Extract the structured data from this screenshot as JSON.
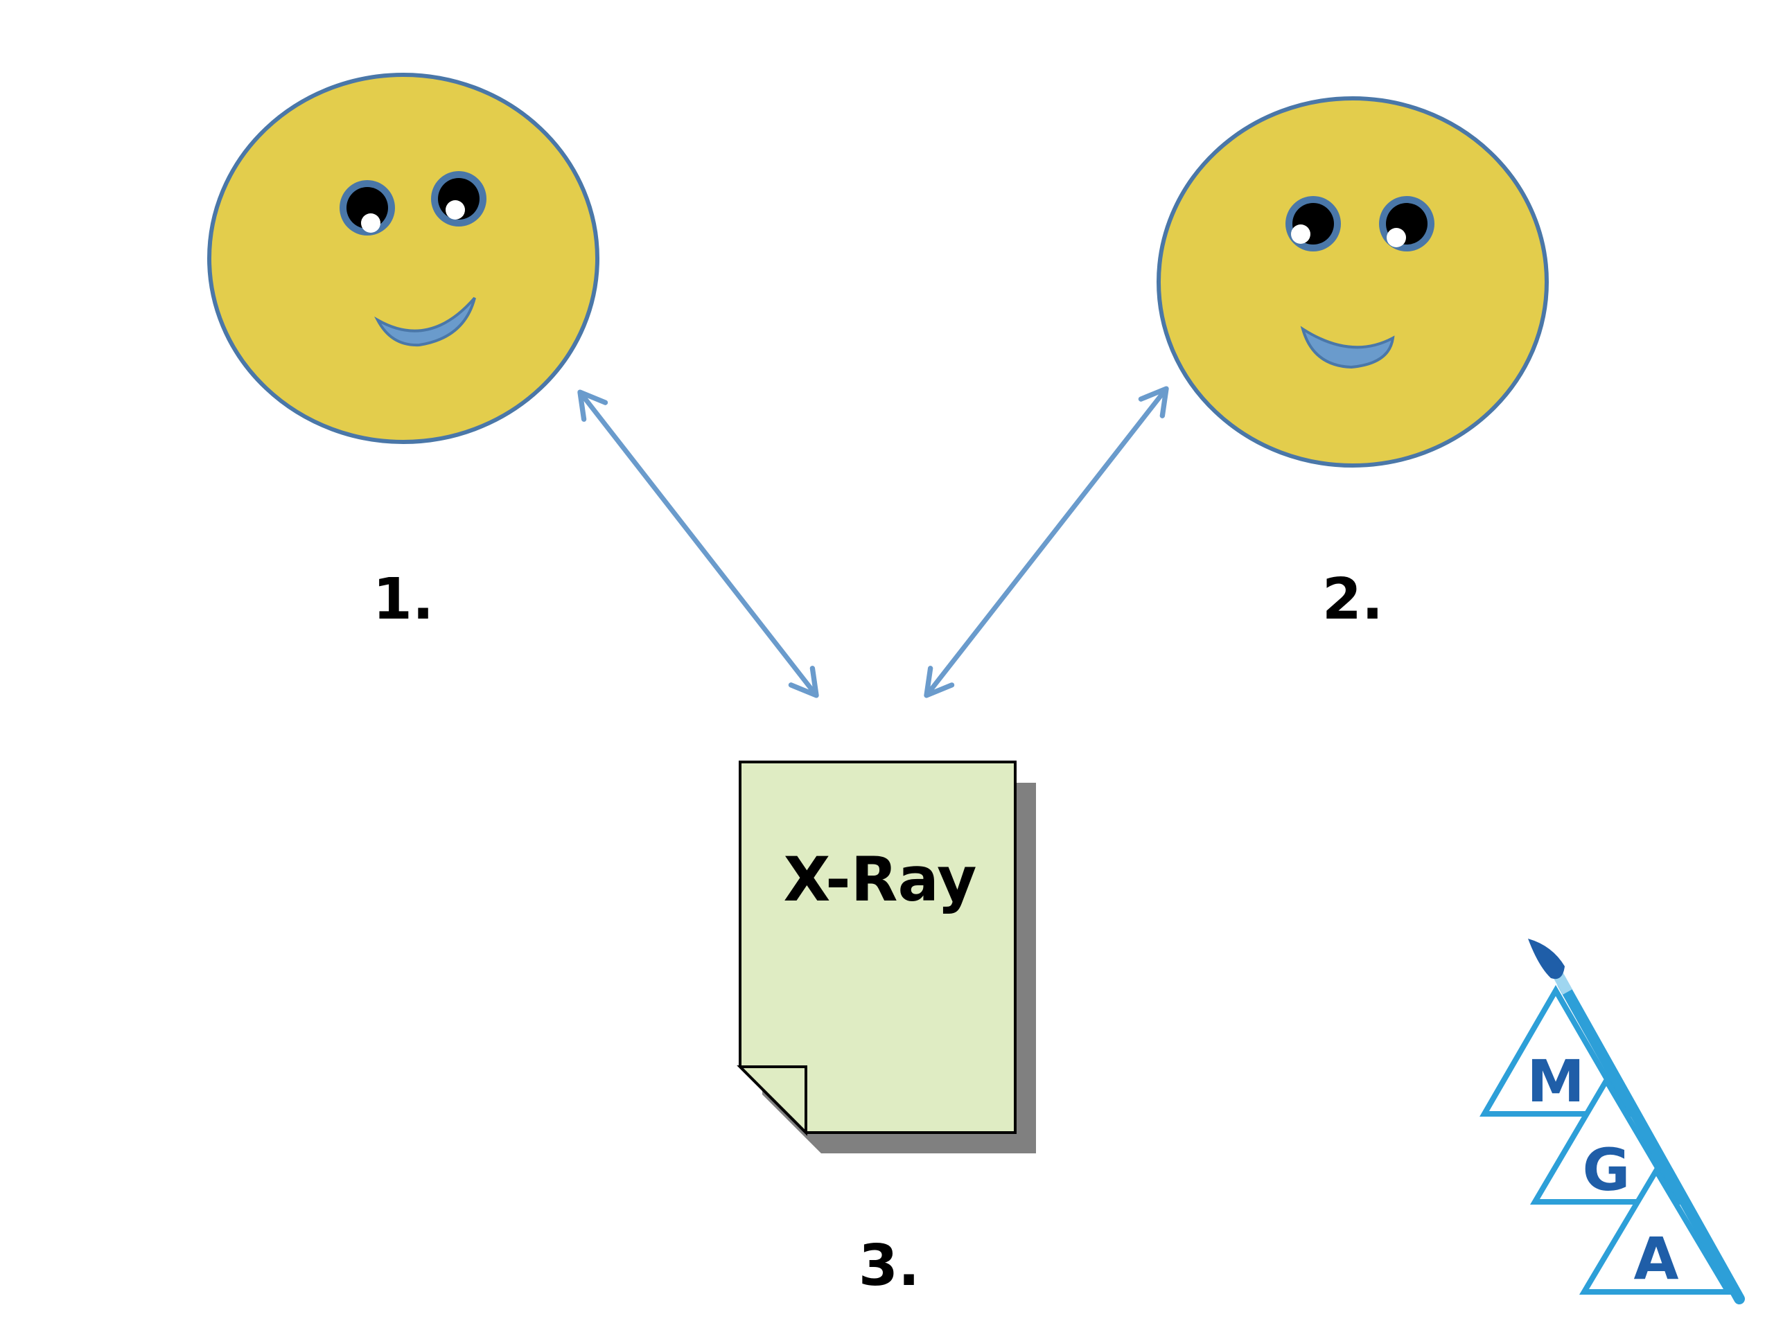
{
  "labels": {
    "person1": "1.",
    "person2": "2.",
    "document": "3."
  },
  "document": {
    "title": "X-Ray"
  },
  "logo": {
    "letters": [
      "M",
      "G",
      "A"
    ]
  },
  "colors": {
    "face_fill": "#e3cd4c",
    "face_stroke": "#4a77a8",
    "arrow": "#6a9bcc",
    "smile_fill": "#6a9bcc",
    "document_fill": "#dfecc3",
    "document_shadow": "#808080",
    "logo_triangle": "#2d9fd8",
    "logo_letter": "#1f5ea8"
  }
}
